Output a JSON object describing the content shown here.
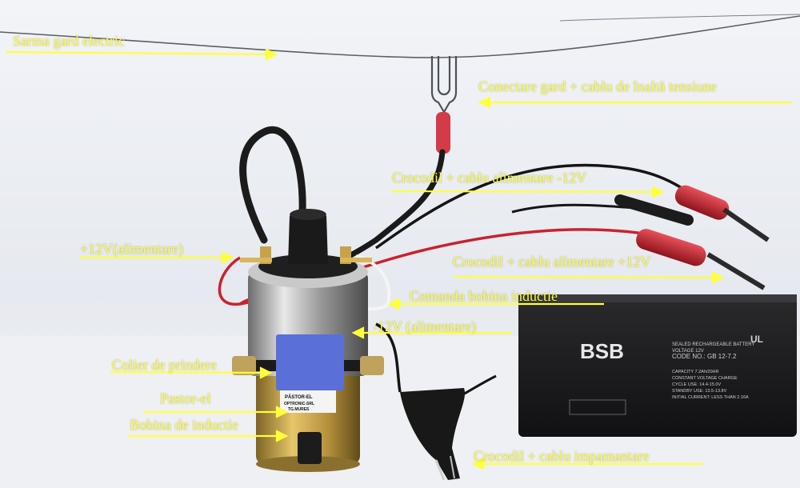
{
  "labels": {
    "fence_wire": "Sarma gard electric",
    "fence_connection": "Conectare gard + cablu de înaltă tensiune",
    "clip_minus12": "Crocodil + cablu alimentare -12V",
    "plus12": "+12V(alimentare)",
    "clip_plus12": "Crocodil + cablu alimentare +12V",
    "coil_command": "Comanda bobina inductie",
    "minus12": "-12V (alimentare)",
    "clamp": "Colier de prindere",
    "pastor": "Pastor-el",
    "coil": "Bobina de inductie",
    "ground_clip": "Crocodil + cablu impamantare"
  },
  "battery": {
    "brand": "BSB",
    "code": "CODE NO.: GB 12-7.2",
    "ul_mark": "UL",
    "spec_lines": [
      "SEALED RECHARGEABLE BATTERY",
      "VOLTAGE 12V",
      "CAPACITY 7.2Ah/20HR",
      "CONSTANT VOLTAGE CHARGE",
      "CYCLE USE: 14.4-15.0V",
      "STANDBY USE: 13.5-13.8V",
      "INITIAL CURRENT: LESS THAN 2.16A"
    ]
  },
  "module_sticker": {
    "name": "PĂSTOR-EL",
    "line2": "OPTRONIC-SRL",
    "line3": "TG.MURES"
  },
  "colors": {
    "label_text": "#ffff3a",
    "background": "#e9ecf2",
    "battery": "#1e1e20",
    "coil_gold": "#c9a64a",
    "sticker_blue": "#5a6fd8",
    "clip_red": "#c8232e"
  }
}
